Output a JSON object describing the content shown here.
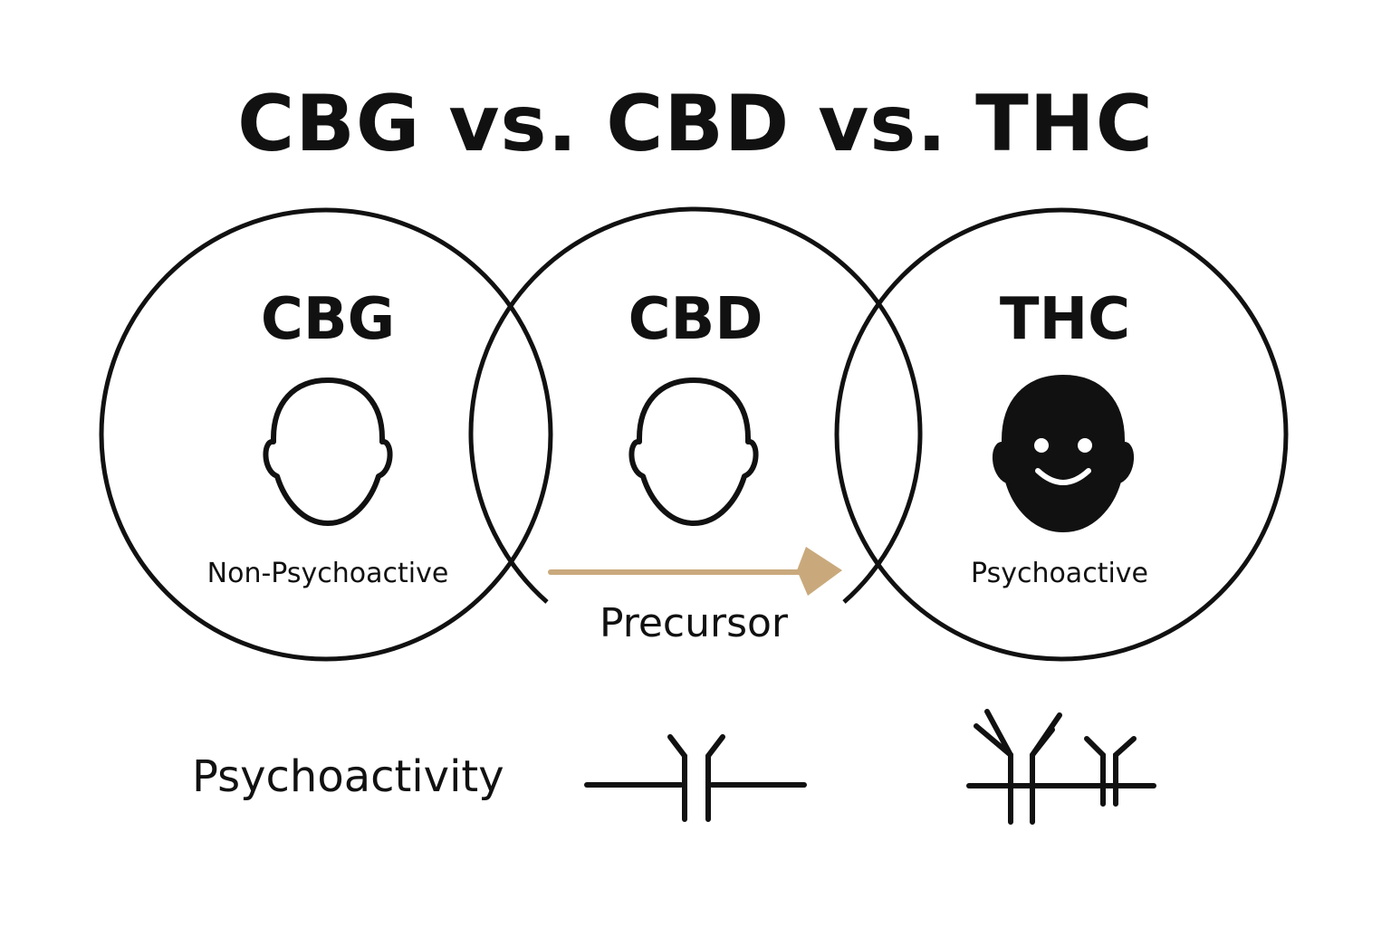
{
  "title": "CBG vs. CBD vs. THC",
  "compounds": [
    {
      "name": "CBG",
      "effect_label": "Non-Psychoactive",
      "face_icon": "neutral-head-outline-icon"
    },
    {
      "name": "CBD",
      "effect_label": "",
      "face_icon": "neutral-head-outline-icon"
    },
    {
      "name": "THC",
      "effect_label": "Psychoactive",
      "face_icon": "smiling-head-filled-icon"
    }
  ],
  "arrow": {
    "label": "Precursor",
    "color": "#c9a97c"
  },
  "psychoactivity": {
    "label": "Psychoactivity",
    "low_icon": "single-receptor-icon",
    "high_icon": "multiple-receptors-icon"
  },
  "colors": {
    "ink": "#111111",
    "background": "#ffffff",
    "arrow": "#c9a97c"
  }
}
